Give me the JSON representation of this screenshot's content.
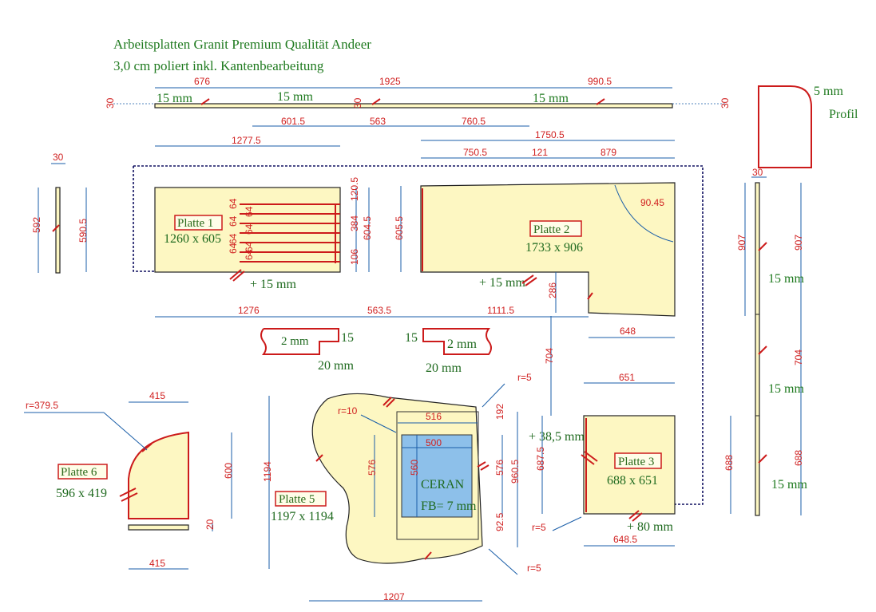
{
  "header": {
    "line1": "Arbeitsplatten Granit Premium Qualität Andeer",
    "line2": "3,0 cm poliert inkl. Kantenbearbeitung"
  },
  "profile": {
    "thickness": "5 mm",
    "label": "Profil"
  },
  "strip_top": {
    "dims": [
      "676",
      "1925",
      "990.5",
      "601.5",
      "563",
      "760.5"
    ],
    "thickness": [
      "30",
      "30",
      "30"
    ],
    "edges": [
      "15 mm",
      "15 mm",
      "15 mm"
    ]
  },
  "platte1": {
    "name": "Platte 1",
    "size": "1260 x 605",
    "edge": "+ 15 mm",
    "dims": [
      "1277.5",
      "590.5",
      "1276",
      "120.5",
      "384",
      "106",
      "604.5"
    ],
    "slots": [
      "64",
      "64",
      "64",
      "64",
      "64",
      "64",
      "64",
      "64"
    ]
  },
  "left_strip": {
    "thickness": "30",
    "length": "592"
  },
  "gap": "563.5",
  "profiles": {
    "left": {
      "a": "2 mm",
      "b": "15",
      "c": "20 mm"
    },
    "right": {
      "a": "2 mm",
      "b": "15",
      "c": "20 mm"
    }
  },
  "platte2": {
    "name": "Platte 2",
    "size": "1733 x 906",
    "edge": "+ 15 mm",
    "dims": [
      "1750.5",
      "750.5",
      "121",
      "879",
      "605.5",
      "907",
      "1111.5",
      "286",
      "648",
      "90.45"
    ]
  },
  "platte3": {
    "name": "Platte 3",
    "size": "688 x 651",
    "edge": "+ 80 mm",
    "dims": [
      "651",
      "687.5",
      "688",
      "648.5",
      "704",
      "+ 38,5 mm"
    ]
  },
  "platte5": {
    "name": "Platte 5",
    "size": "1197 x 1194",
    "dims": [
      "1194",
      "1207",
      "516",
      "500",
      "576",
      "560",
      "576",
      "960.5",
      "192",
      "92.5"
    ],
    "radii": [
      "r=10",
      "r=5",
      "r=5",
      "r=5"
    ],
    "ceran": "CERAN",
    "fb": "FB= 7 mm"
  },
  "platte6": {
    "name": "Platte 6",
    "size": "596 x 419",
    "dims": [
      "415",
      "600",
      "415",
      "20"
    ],
    "radius": "r=379.5"
  },
  "right_strips": {
    "thickness": "30",
    "dims": [
      "907",
      "907",
      "704",
      "688"
    ],
    "edges": [
      "15 mm",
      "15 mm",
      "15 mm"
    ]
  }
}
